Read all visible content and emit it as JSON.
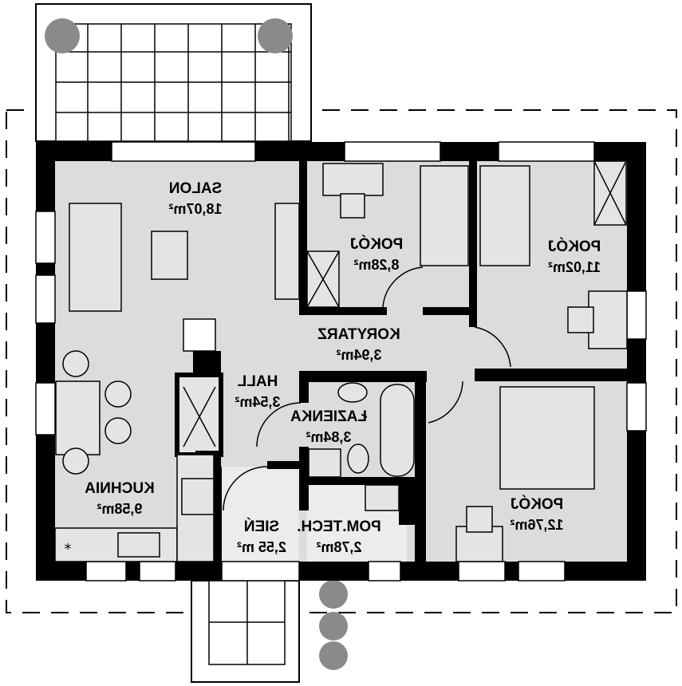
{
  "plan": {
    "mirrored": true,
    "colors": {
      "wall": "#000000",
      "floor": "#dcdcdc",
      "terrace": "#ffffff",
      "plants": "#8a8a8a"
    },
    "rooms": [
      {
        "id": "salon",
        "name": "SALON",
        "area": "18,07m²"
      },
      {
        "id": "pokoj1",
        "name": "POKÓJ",
        "area": "8,28m²"
      },
      {
        "id": "pokoj2",
        "name": "POKÓJ",
        "area": "11,02m²"
      },
      {
        "id": "korytarz",
        "name": "KORYTARZ",
        "area": "3,94m²"
      },
      {
        "id": "hall",
        "name": "HALL",
        "area": "3,54m²"
      },
      {
        "id": "lazienka",
        "name": "ŁAZIENKA",
        "area": "3,84m²"
      },
      {
        "id": "kuchnia",
        "name": "KUCHNIA",
        "area": "9,58m²"
      },
      {
        "id": "sien",
        "name": "SIEŃ",
        "area": "2,55 m²"
      },
      {
        "id": "pomtech",
        "name": "POM.TECH.",
        "area": "2,78m²"
      },
      {
        "id": "pokoj3",
        "name": "POKÓJ",
        "area": "12,76m²"
      }
    ]
  }
}
